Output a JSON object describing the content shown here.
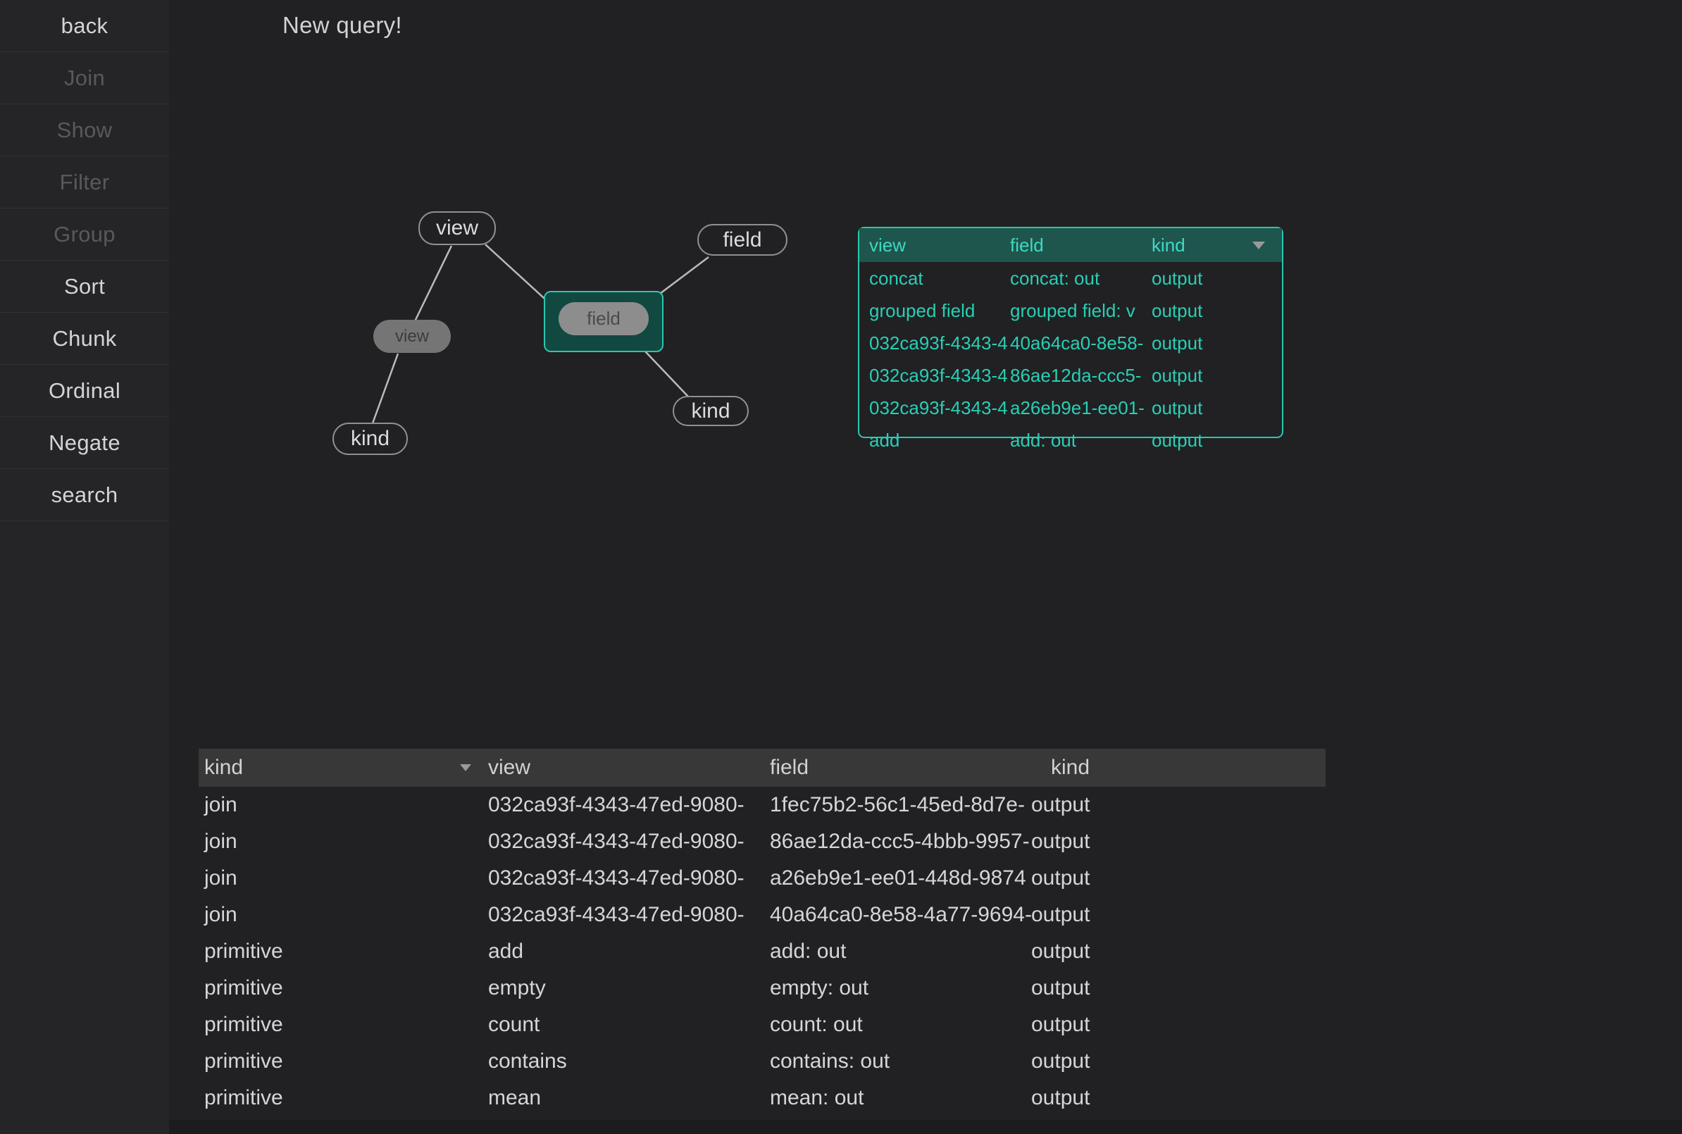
{
  "app": {
    "title": "New query!"
  },
  "colors": {
    "accent_teal": "#29cfb4",
    "teal_border": "#29c7ad",
    "popup_header_bg": "#1e564e",
    "selected_node_fill": "#114940",
    "sidebar_bg": "#252528",
    "page_bg": "#212124",
    "table_header_bg": "#383838"
  },
  "sidebar": {
    "items": [
      {
        "label": "back",
        "enabled": true
      },
      {
        "label": "Join",
        "enabled": false
      },
      {
        "label": "Show",
        "enabled": false
      },
      {
        "label": "Filter",
        "enabled": false
      },
      {
        "label": "Group",
        "enabled": false
      },
      {
        "label": "Sort",
        "enabled": true
      },
      {
        "label": "Chunk",
        "enabled": true
      },
      {
        "label": "Ordinal",
        "enabled": true
      },
      {
        "label": "Negate",
        "enabled": true
      },
      {
        "label": "search",
        "enabled": true
      }
    ]
  },
  "graph": {
    "nodes": [
      {
        "id": "view-parent",
        "label": "view",
        "style": "outlined"
      },
      {
        "id": "field-top",
        "label": "field",
        "style": "outlined"
      },
      {
        "id": "field-selected",
        "label": "field",
        "style": "selected"
      },
      {
        "id": "view-gray",
        "label": "view",
        "style": "filled"
      },
      {
        "id": "kind-left",
        "label": "kind",
        "style": "outlined"
      },
      {
        "id": "kind-right",
        "label": "kind",
        "style": "outlined"
      }
    ]
  },
  "popup": {
    "columns": {
      "c1": "view",
      "c2": "field",
      "c3": "kind"
    },
    "rows": [
      {
        "view": "concat",
        "field": "concat: out",
        "kind": "output"
      },
      {
        "view": "grouped field",
        "field": "grouped field: v",
        "kind": "output"
      },
      {
        "view": "032ca93f-4343-4",
        "field": "40a64ca0-8e58-",
        "kind": "output"
      },
      {
        "view": "032ca93f-4343-4",
        "field": "86ae12da-ccc5-",
        "kind": "output"
      },
      {
        "view": "032ca93f-4343-4",
        "field": "a26eb9e1-ee01-",
        "kind": "output"
      },
      {
        "view": "add",
        "field": "add: out",
        "kind": "output"
      }
    ]
  },
  "table": {
    "columns": {
      "c1": "kind",
      "c2": "view",
      "c3": "field",
      "c4": "kind"
    },
    "rows": [
      {
        "kind": "join",
        "view": "032ca93f-4343-47ed-9080-",
        "field": "1fec75b2-56c1-45ed-8d7e-",
        "kind2": "output"
      },
      {
        "kind": "join",
        "view": "032ca93f-4343-47ed-9080-",
        "field": "86ae12da-ccc5-4bbb-9957-",
        "kind2": "output"
      },
      {
        "kind": "join",
        "view": "032ca93f-4343-47ed-9080-",
        "field": "a26eb9e1-ee01-448d-9874",
        "kind2": "output"
      },
      {
        "kind": "join",
        "view": "032ca93f-4343-47ed-9080-",
        "field": "40a64ca0-8e58-4a77-9694-",
        "kind2": "output"
      },
      {
        "kind": "primitive",
        "view": "add",
        "field": "add: out",
        "kind2": "output"
      },
      {
        "kind": "primitive",
        "view": "empty",
        "field": "empty: out",
        "kind2": "output"
      },
      {
        "kind": "primitive",
        "view": "count",
        "field": "count: out",
        "kind2": "output"
      },
      {
        "kind": "primitive",
        "view": "contains",
        "field": "contains: out",
        "kind2": "output"
      },
      {
        "kind": "primitive",
        "view": "mean",
        "field": "mean: out",
        "kind2": "output"
      }
    ]
  }
}
